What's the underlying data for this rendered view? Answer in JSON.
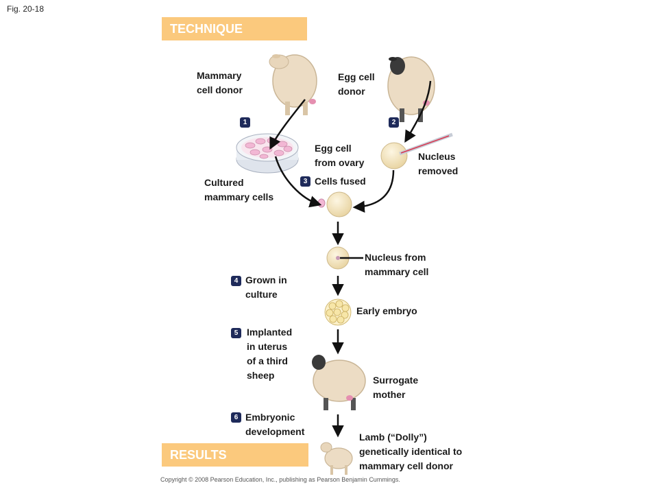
{
  "figure_label": "Fig. 20-18",
  "technique_title": "TECHNIQUE",
  "results_title": "RESULTS",
  "labels": {
    "mammary_donor": "Mammary\ncell donor",
    "egg_donor": "Egg cell\ndonor",
    "egg_from_ovary": "Egg cell\nfrom ovary",
    "nucleus_removed": "Nucleus\nremoved",
    "cultured_cells": "Cultured\nmammary cells",
    "cells_fused": "Cells fused",
    "nucleus_from_mammary": "Nucleus from\nmammary cell",
    "grown_in_culture": "Grown in\nculture",
    "early_embryo": "Early embryo",
    "implanted": "Implanted\nin uterus\nof a third\nsheep",
    "surrogate": "Surrogate\nmother",
    "embryonic_dev": "Embryonic\ndevelopment",
    "lamb": "Lamb (“Dolly”)\ngenetically identical to\nmammary cell donor"
  },
  "steps": [
    "1",
    "2",
    "3",
    "4",
    "5",
    "6"
  ],
  "copyright": "Copyright © 2008 Pearson Education, Inc., publishing as Pearson Benjamin Cummings.",
  "colors": {
    "banner": "#fbc97d",
    "step_badge": "#1e2a5a",
    "wool": "#ecdcc4",
    "cell": "#f6e7c2",
    "pink_cell": "#f2b7d4"
  }
}
